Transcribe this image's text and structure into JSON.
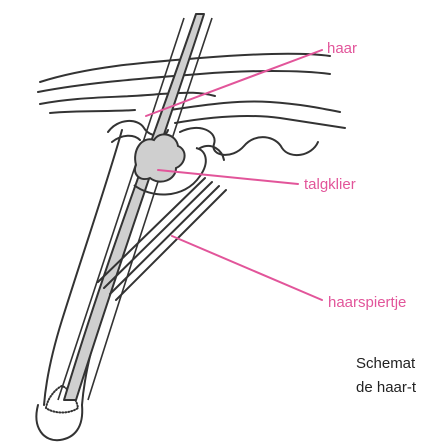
{
  "colors": {
    "label": "#e2559a",
    "pointer": "#e2559a",
    "outline": "#333333",
    "hair_fill": "#cfcfcf",
    "skin_fill": "#ffffff"
  },
  "labels": {
    "hair": "haar",
    "sebaceous_gland": "talgklier",
    "hair_muscle": "haarspiertje"
  },
  "caption": {
    "line1": "Schemat",
    "line2": "de haar-t"
  }
}
